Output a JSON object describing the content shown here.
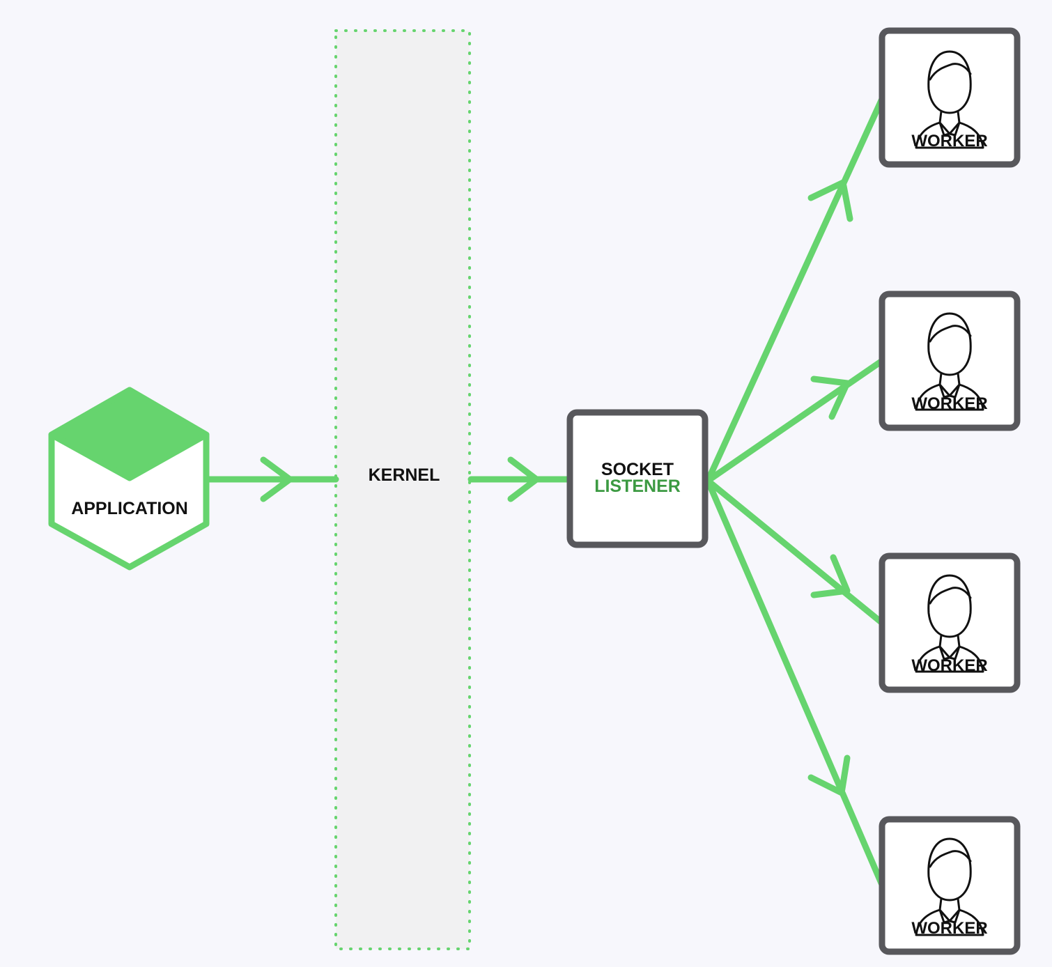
{
  "diagram": {
    "application": {
      "label": "APPLICATION"
    },
    "kernel": {
      "label": "KERNEL"
    },
    "socket_listener": {
      "line1": "SOCKET",
      "line2": "LISTENER"
    },
    "workers": [
      {
        "label": "WORKER"
      },
      {
        "label": "WORKER"
      },
      {
        "label": "WORKER"
      },
      {
        "label": "WORKER"
      }
    ]
  },
  "colors": {
    "background": "#f7f7fc",
    "accent_green": "#66d46e",
    "dark_green": "#3c9a42",
    "box_border": "#58585c",
    "kernel_fill": "#f1f1f2",
    "text": "#111111"
  },
  "icons": {
    "worker": "person-icon",
    "application": "hexagon-box-icon"
  }
}
